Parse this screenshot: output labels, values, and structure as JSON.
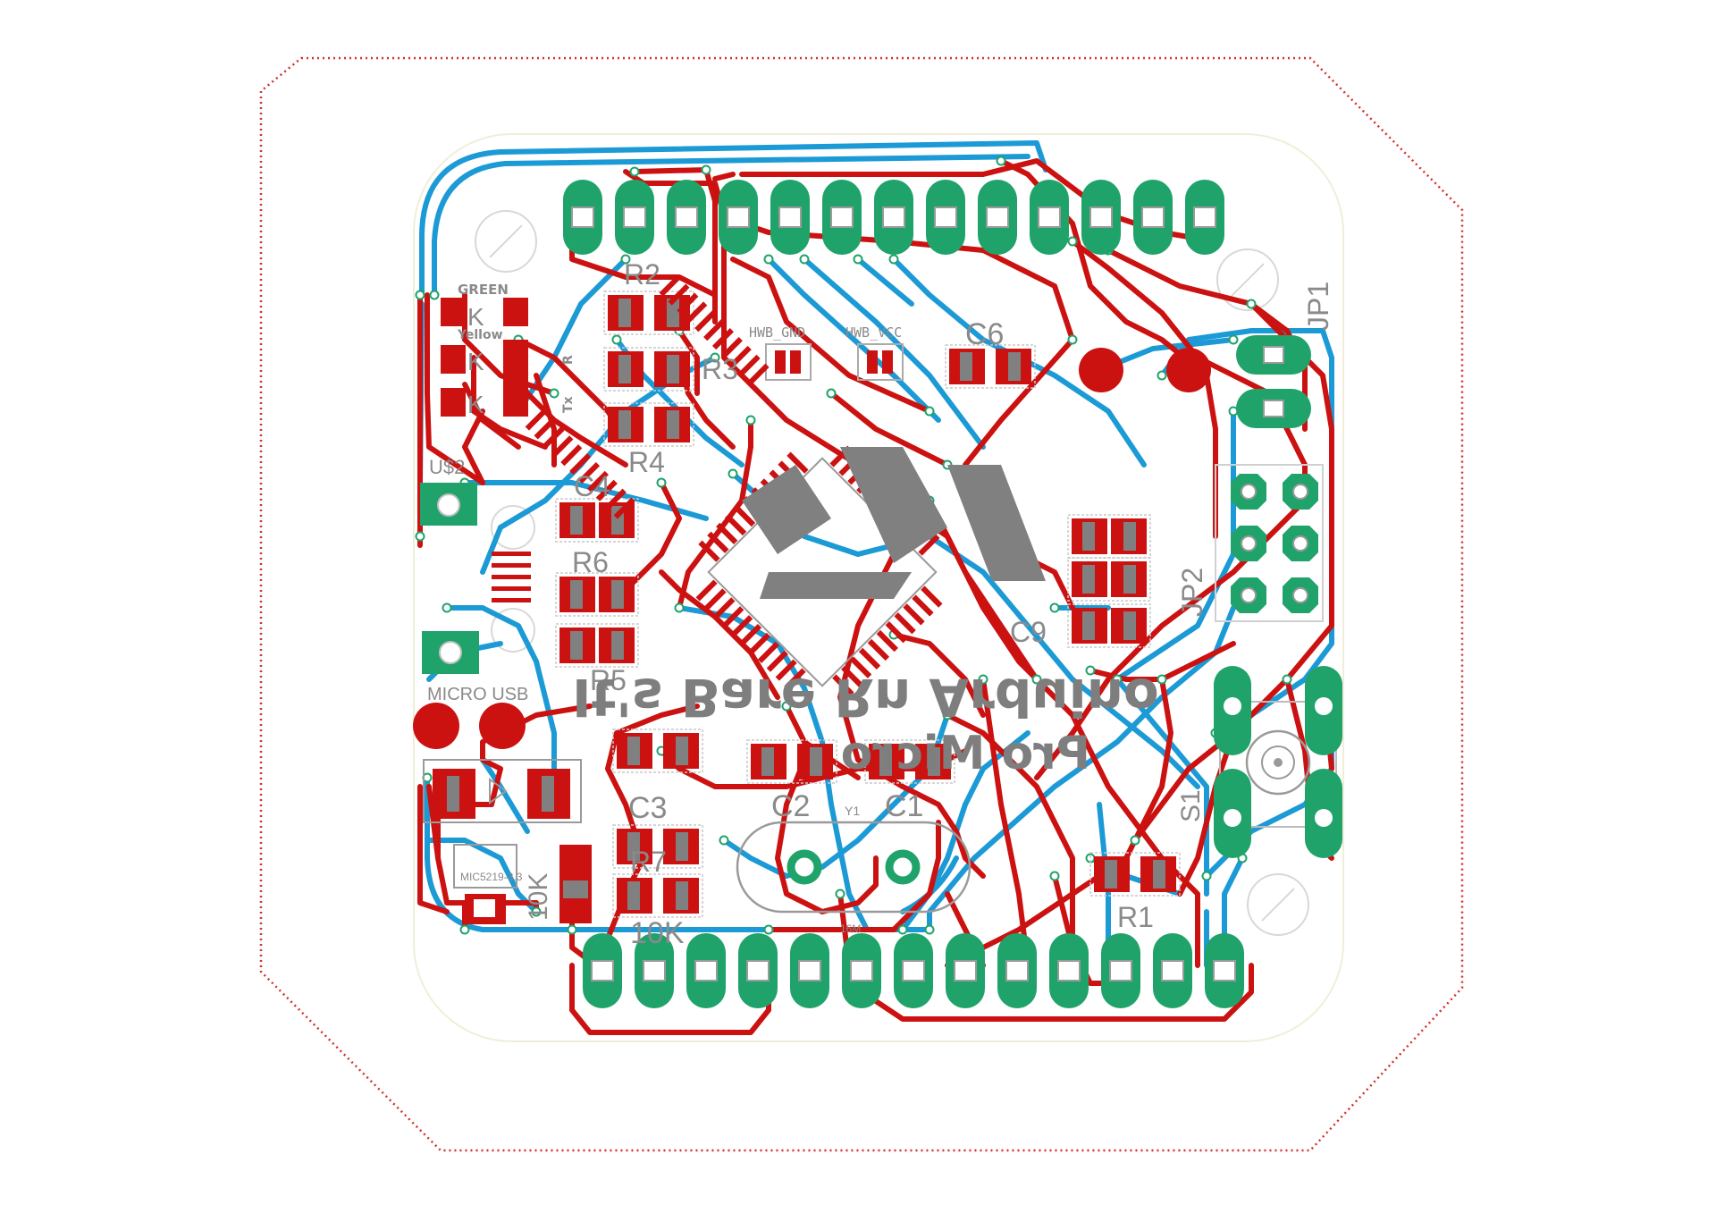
{
  "colors": {
    "top_copper": "#cc1111",
    "bottom_copper": "#1b9ad6",
    "pad": "#1fa36a",
    "silkscreen": "#8a8a8a",
    "outline": "#d23030",
    "smd_body": "#808080"
  },
  "labels": {
    "green_led": "GREEN",
    "yellow_led": "Yellow",
    "tx": "Tx",
    "r_side": "R",
    "r2": "R2",
    "r3": "R3",
    "r4": "R4",
    "hwb_gnd": "HWB_GND",
    "hwb_vcc": "HWB_VCC",
    "c6": "C6",
    "jp1": "JP1",
    "jp2": "JP2",
    "u2": "U$2",
    "c4": "C4",
    "r6": "R6",
    "r5": "R5",
    "micro_usb": "MICRO USB",
    "c9": "C9",
    "c3": "C3",
    "c2": "C2",
    "c1": "C1",
    "y1": "Y1",
    "r7": "R7",
    "ten_k": "10K",
    "r1": "R1",
    "s1": "S1",
    "sixteen_mhz": "16M",
    "ldo": "MIC5219-3.3",
    "r10k": "10K",
    "logo_line1": "It's Bare Rn Arduino",
    "logo_line2": "Pro Micro"
  },
  "components": {
    "top_header_pins": 13,
    "bottom_header_pins": 13,
    "icsp_pins": 6,
    "jp1_pins": 2
  }
}
